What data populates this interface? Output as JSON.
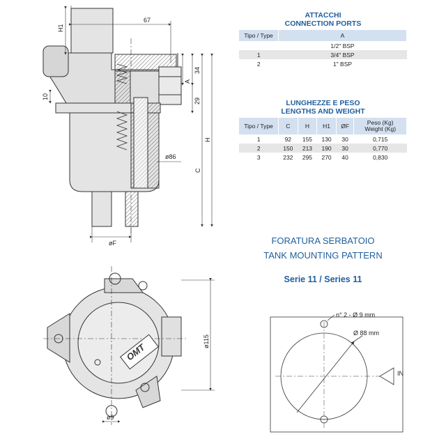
{
  "ports": {
    "title_it": "ATTACCHI",
    "title_en": "CONNECTION PORTS",
    "headers": [
      "Tipo / Type",
      "A"
    ],
    "rows": [
      [
        "",
        "1/2\" BSP"
      ],
      [
        "1",
        "3/4\" BSP"
      ],
      [
        "2",
        "1\" BSP"
      ]
    ]
  },
  "lengths": {
    "title_it": "LUNGHEZZE E PESO",
    "title_en": "LENGTHS AND WEIGHT",
    "headers": [
      "Tipo / Type",
      "C",
      "H",
      "H1",
      "ØF",
      "Peso (Kg)",
      "Weight (Kg)"
    ],
    "rows": [
      [
        "1",
        "92",
        "155",
        "130",
        "30",
        "0,715"
      ],
      [
        "2",
        "150",
        "213",
        "190",
        "30",
        "0,770"
      ],
      [
        "3",
        "232",
        "295",
        "270",
        "40",
        "0,830"
      ]
    ]
  },
  "mounting": {
    "title_it": "FORATURA SERBATOIO",
    "title_en": "TANK MOUNTING PATTERN",
    "series": "Serie 11 / Series 11",
    "holes_label": "n° 2 - Ø 9 mm",
    "circle_label": "Ø 88 mm",
    "in_label": "IN"
  },
  "dimensions": {
    "d67": "67",
    "h1": "H1",
    "d10": "10",
    "d34": "34",
    "a": "A",
    "d29": "29",
    "h": "H",
    "c": "C",
    "d86": "ø86",
    "f": "øF",
    "d115": "ø115",
    "d9": "ø9"
  },
  "logo_text": "OMT",
  "colors": {
    "accent": "#1f5f9e",
    "header_bg": "#d3e0f0",
    "body_fill": "#e4e4e4",
    "section_fill": "#d8d8d8"
  }
}
